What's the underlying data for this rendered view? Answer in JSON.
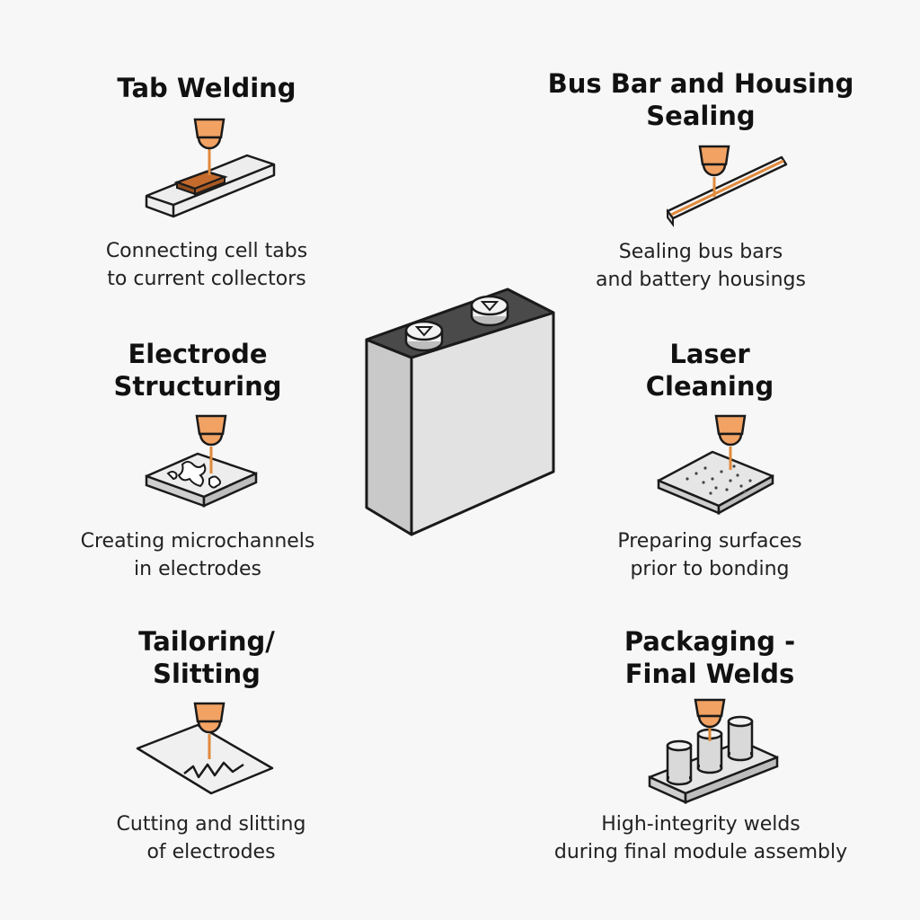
{
  "center": {
    "icon": "prismatic-battery-cell"
  },
  "colors": {
    "laser_orange": "#f2a263",
    "outline": "#1a1a1a",
    "copper": "#c46a2d",
    "surface": "#e6e6e6"
  },
  "processes": [
    {
      "title": [
        "Tab Welding"
      ],
      "description": [
        "Connecting cell tabs",
        "to current collectors"
      ],
      "icon": "tab-welding-icon"
    },
    {
      "title": [
        "Bus Bar and Housing",
        "Sealing"
      ],
      "description": [
        "Sealing bus bars",
        "and battery housings"
      ],
      "icon": "bus-bar-sealing-icon"
    },
    {
      "title": [
        "Electrode",
        "Structuring"
      ],
      "description": [
        "Creating microchannels",
        "in electrodes"
      ],
      "icon": "electrode-structuring-icon"
    },
    {
      "title": [
        "Laser",
        "Cleaning"
      ],
      "description": [
        "Preparing surfaces",
        "prior to bonding"
      ],
      "icon": "laser-cleaning-icon"
    },
    {
      "title": [
        "Tailoring/",
        "Slitting"
      ],
      "description": [
        "Cutting and slitting",
        "of electrodes"
      ],
      "icon": "slitting-icon"
    },
    {
      "title": [
        "Packaging -",
        "Final Welds"
      ],
      "description": [
        "High-integrity welds",
        "during final module assembly"
      ],
      "icon": "final-welds-icon"
    }
  ]
}
